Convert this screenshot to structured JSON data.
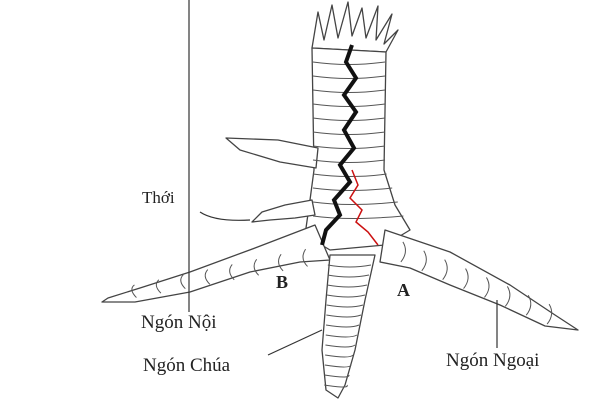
{
  "diagram": {
    "labels": {
      "spur": "Thới",
      "b": "B",
      "a": "A",
      "inner_toe": "Ngón Nội",
      "middle_toe": "Ngón Chúa",
      "outer_toe": "Ngón Ngoại"
    },
    "colors": {
      "ink": "#333333",
      "black_line": "#111111",
      "red_line": "#cc1111"
    }
  }
}
